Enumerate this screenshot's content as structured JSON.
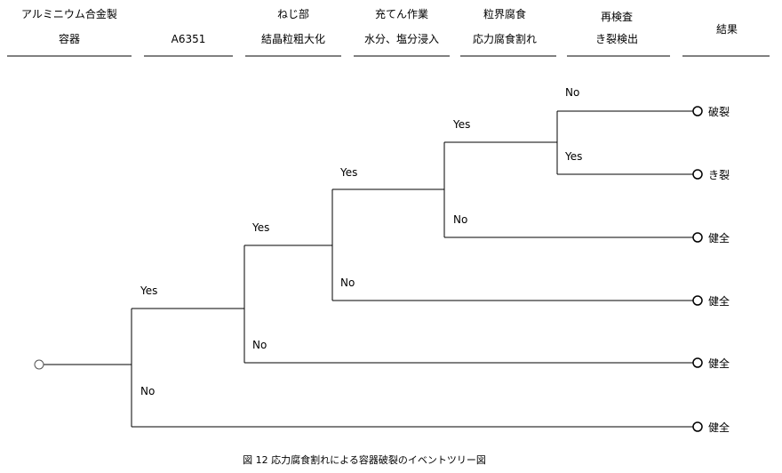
{
  "headers": [
    {
      "line1": "アルミニウム合金製",
      "line2": "容器"
    },
    {
      "line1": "",
      "line2": "A6351"
    },
    {
      "line1": "ねじ部",
      "line2": "結晶粒粗大化"
    },
    {
      "line1": "充てん作業",
      "line2": "水分、塩分浸入"
    },
    {
      "line1": "粒界腐食",
      "line2": "応力腐食割れ"
    },
    {
      "line1": "再検査",
      "line2": "き裂検出"
    },
    {
      "line1": "",
      "line2": "結果"
    }
  ],
  "branch_labels": {
    "b1_yes": "Yes",
    "b1_no": "No",
    "b2_yes": "Yes",
    "b2_no": "No",
    "b3_yes": "Yes",
    "b3_no": "No",
    "b4_yes": "Yes",
    "b4_no": "No",
    "b5_no": "No",
    "b5_yes": "Yes"
  },
  "outcomes": [
    "破裂",
    "き裂",
    "健全",
    "健全",
    "健全",
    "健全"
  ],
  "caption": "図 12  応力腐食割れによる容器破裂のイベントツリー図"
}
